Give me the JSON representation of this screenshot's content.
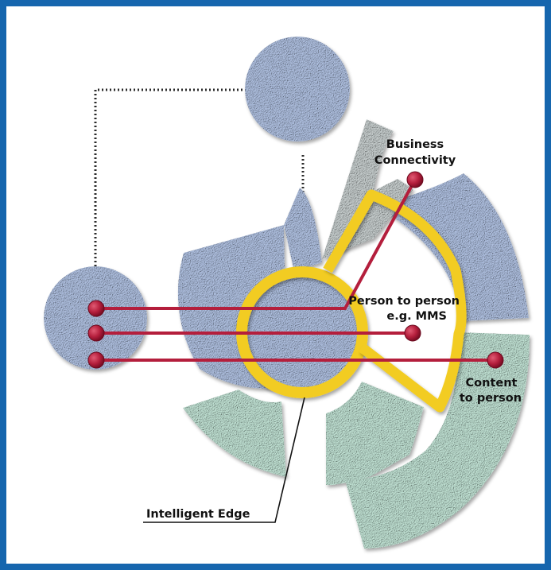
{
  "labels": {
    "business_line1": "Business",
    "business_line2": "Connectivity",
    "p2p_line1": "Person to person",
    "p2p_line2": "e.g. MMS",
    "content_line1": "Content",
    "content_line2": "to person",
    "intelligent_edge": "Intelligent Edge"
  },
  "colors": {
    "frame": "#1666ae",
    "blue_shape": "#aebfdf",
    "green_shape": "#bfe0d2",
    "gray_shape": "#c5cccc",
    "yellow_ring": "#f2cc24",
    "connection": "#b41e3c",
    "dotted_link": "#2b2b2b"
  }
}
